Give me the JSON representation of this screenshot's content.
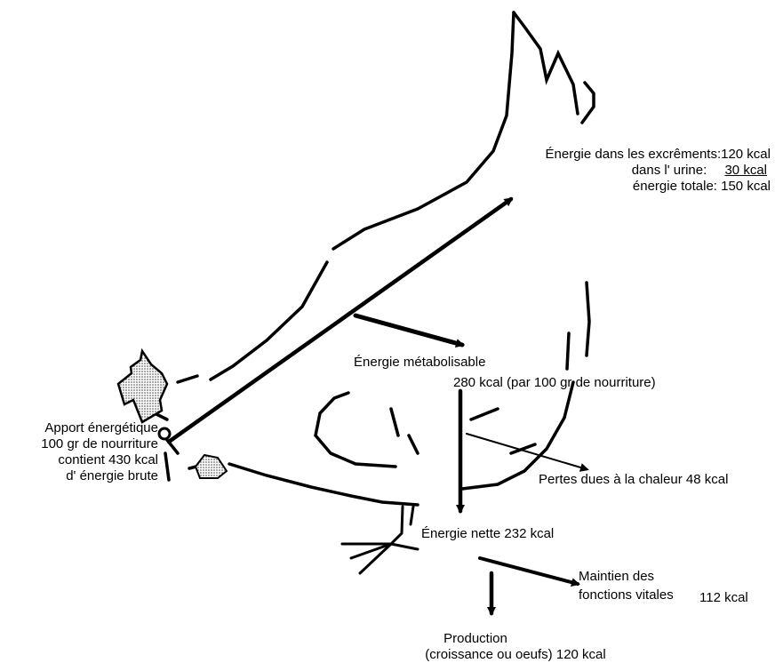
{
  "excreta": {
    "line1": "Énergie dans les excrêments:120 kcal",
    "line2_label": "dans l' urine:",
    "line2_value": "30 kcal",
    "line3": "énergie totale: 150 kcal"
  },
  "metabolisable": {
    "line1": "Énergie métabolisable",
    "line2": "280 kcal  (par 100 gr  de nourriture)"
  },
  "intake": {
    "line1": "Apport énergétique",
    "line2": "100 gr de nourriture",
    "line3": "contient  430 kcal",
    "line4": "d' énergie brute"
  },
  "heat_loss": "Pertes dues à la chaleur 48 kcal",
  "net_energy": "Énergie nette 232 kcal",
  "maintenance": {
    "line1": "Maintien des",
    "line2": "fonctions vitales",
    "value": "112 kcal"
  },
  "production": {
    "line1": "Production",
    "line2": "(croissance ou oeufs) 120 kcal"
  }
}
